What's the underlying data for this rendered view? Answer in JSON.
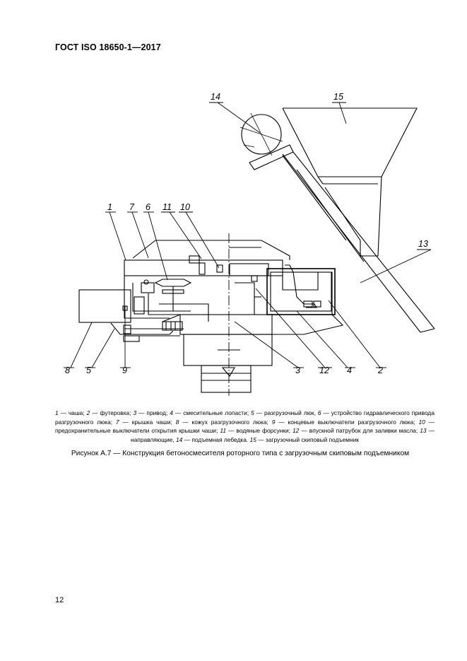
{
  "header": {
    "standard": "ГОСТ ISO 18650-1—2017"
  },
  "figure": {
    "labels": {
      "l1": "1",
      "l2": "2",
      "l3": "3",
      "l4": "4",
      "l5": "5",
      "l6": "6",
      "l7": "7",
      "l8": "8",
      "l9": "9",
      "l10": "10",
      "l11": "11",
      "l12": "12",
      "l13": "13",
      "l14": "14",
      "l15": "15"
    }
  },
  "legend": {
    "items": [
      {
        "num": "1",
        "text": "чаша;"
      },
      {
        "num": "2",
        "text": "футеровка;"
      },
      {
        "num": "3",
        "text": "привод;"
      },
      {
        "num": "4",
        "text": "смесительные лопасти;"
      },
      {
        "num": "5",
        "text": "разгрузочный люк,"
      },
      {
        "num": "6",
        "text": "устройство гидравлического привода разгрузочного люка;"
      },
      {
        "num": "7",
        "text": "крышка чаши;"
      },
      {
        "num": "8",
        "text": "кожух разгрузочного люка;"
      },
      {
        "num": "9",
        "text": "концевые выключатели разгрузочного люка;"
      },
      {
        "num": "10",
        "text": "предохранительные выключатели открытия крышки чаши;"
      },
      {
        "num": "11",
        "text": "водяные форсунки;"
      },
      {
        "num": "12",
        "text": "впускной патрубок для заливки масла;"
      },
      {
        "num": "13",
        "text": "направляющие,"
      },
      {
        "num": "14",
        "text": "подъемная лебедка."
      },
      {
        "num": "15",
        "text": "загрузочный скиповый подъемник"
      }
    ]
  },
  "caption": {
    "text": "Рисунок  А.7 — Конструкция бетоносмесителя роторного типа с загрузочным скиповым подъемником"
  },
  "page": {
    "number": "12"
  }
}
